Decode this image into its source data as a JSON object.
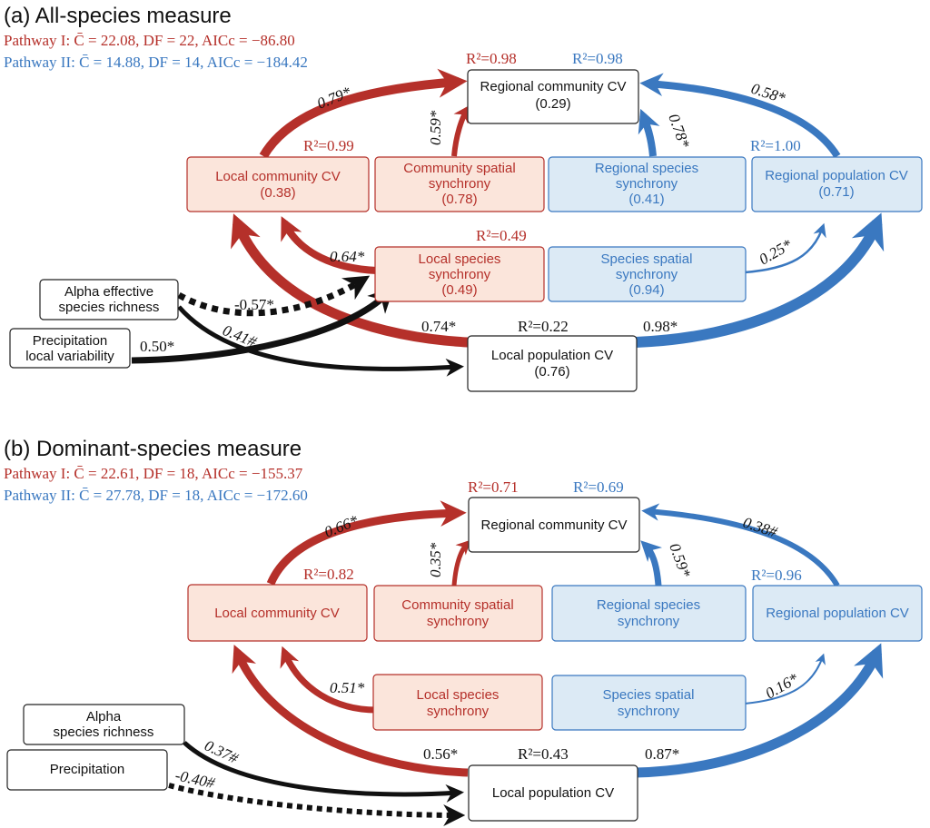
{
  "colors": {
    "pathway1": "#b5302a",
    "pathway1_fill": "#fbe5db",
    "pathway2": "#3a78c0",
    "pathway2_fill": "#dceaf5",
    "neutral": "#111111"
  },
  "panels": [
    {
      "id": "a",
      "title": "(a) All-species measure",
      "pathway1_stats": "Pathway I: C̄ = 22.08, DF = 22, AICc = −86.80",
      "pathway2_stats": "Pathway II: C̄ = 14.88, DF = 14, AICc = −184.42",
      "nodes": {
        "regional_community_cv": {
          "label": [
            "Regional community CV"
          ],
          "value": "(0.29)",
          "r2_red": "R²=0.98",
          "r2_blue": "R²=0.98"
        },
        "local_community_cv": {
          "label": [
            "Local community CV"
          ],
          "value": "(0.38)",
          "r2": "R²=0.99"
        },
        "community_spatial_synchrony": {
          "label": [
            "Community spatial",
            "synchrony"
          ],
          "value": "(0.78)"
        },
        "regional_species_synchrony": {
          "label": [
            "Regional species",
            "synchrony"
          ],
          "value": "(0.41)"
        },
        "regional_population_cv": {
          "label": [
            "Regional population CV"
          ],
          "value": "(0.71)",
          "r2": "R²=1.00"
        },
        "local_species_synchrony": {
          "label": [
            "Local species",
            "synchrony"
          ],
          "value": "(0.49)",
          "r2": "R²=0.49"
        },
        "species_spatial_synchrony": {
          "label": [
            "Species spatial",
            "synchrony"
          ],
          "value": "(0.94)"
        },
        "local_population_cv": {
          "label": [
            "Local population CV"
          ],
          "value": "(0.76)",
          "r2": "R²=0.22"
        },
        "driver1": {
          "label": [
            "Alpha effective",
            "species richness"
          ]
        },
        "driver2": {
          "label": [
            "Precipitation",
            "local variability"
          ]
        }
      },
      "paths": {
        "lcc_to_rcc": "0.79*",
        "css_to_rcc": "0.59*",
        "rss_to_rcc": "0.78*",
        "rpc_to_rcc": "0.58*",
        "lss_to_lcc": "0.64*",
        "lpc_to_lcc": "0.74*",
        "sss_to_rpc": "0.25*",
        "lpc_to_rpc": "0.98*",
        "driver1_to_lss": "-0.57*",
        "driver1_to_lpc": "0.41#",
        "driver2_to_lss": "0.50*"
      }
    },
    {
      "id": "b",
      "title": "(b) Dominant-species measure",
      "pathway1_stats": "Pathway I: C̄ = 22.61, DF = 18, AICc = −155.37",
      "pathway2_stats": "Pathway II: C̄ = 27.78, DF = 18, AICc = −172.60",
      "nodes": {
        "regional_community_cv": {
          "label": [
            "Regional community CV"
          ],
          "value": "",
          "r2_red": "R²=0.71",
          "r2_blue": "R²=0.69"
        },
        "local_community_cv": {
          "label": [
            "Local community CV"
          ],
          "value": "",
          "r2": "R²=0.82"
        },
        "community_spatial_synchrony": {
          "label": [
            "Community spatial",
            "synchrony"
          ],
          "value": ""
        },
        "regional_species_synchrony": {
          "label": [
            "Regional species",
            "synchrony"
          ],
          "value": ""
        },
        "regional_population_cv": {
          "label": [
            "Regional population CV"
          ],
          "value": "",
          "r2": "R²=0.96"
        },
        "local_species_synchrony": {
          "label": [
            "Local species",
            "synchrony"
          ],
          "value": ""
        },
        "species_spatial_synchrony": {
          "label": [
            "Species spatial",
            "synchrony"
          ],
          "value": ""
        },
        "local_population_cv": {
          "label": [
            "Local population CV"
          ],
          "value": "",
          "r2": "R²=0.43"
        },
        "driver1": {
          "label": [
            "Alpha",
            "species richness"
          ]
        },
        "driver2": {
          "label": [
            "Precipitation"
          ]
        }
      },
      "paths": {
        "lcc_to_rcc": "0.66*",
        "css_to_rcc": "0.35*",
        "rss_to_rcc": "0.59*",
        "rpc_to_rcc": "0.38#",
        "lss_to_lcc": "0.51*",
        "lpc_to_lcc": "0.56*",
        "sss_to_rpc": "0.16*",
        "lpc_to_rpc": "0.87*",
        "driver1_to_lpc": "0.37#",
        "driver2_to_lpc": "-0.40#"
      }
    }
  ]
}
